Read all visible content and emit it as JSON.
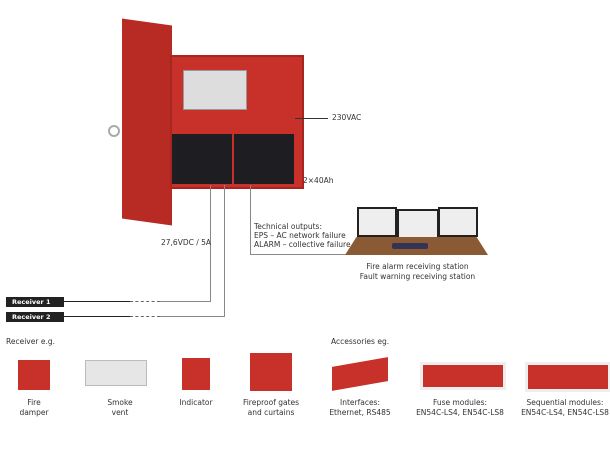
{
  "labels": {
    "mains": "230VAC",
    "battery": "2×40Ah",
    "output": "27,6VDC / 5A",
    "technical": [
      "Technical outputs:",
      "EPS – AC network failure",
      "ALARM – collective failure"
    ],
    "station": [
      "Fire alarm receiving station",
      "Fault warning receiving station"
    ]
  },
  "receivers": [
    "Receiver 1",
    "Receiver 2"
  ],
  "receiver_section": {
    "title": "Receiver e.g.",
    "items": [
      [
        "Fire",
        "damper"
      ],
      [
        "Smoke",
        "vent"
      ],
      [
        "Indicator",
        ""
      ],
      [
        "Fireproof gates",
        "and curtains"
      ]
    ]
  },
  "accessories_section": {
    "title": "Accessories eg.",
    "items": [
      [
        "Interfaces:",
        "Ethernet, RS485"
      ],
      [
        "Fuse modules:",
        "EN54C-LS4, EN54C-LS8"
      ],
      [
        "Sequential modules:",
        "EN54C-LS4, EN54C-LS8"
      ]
    ]
  },
  "colors": {
    "cabinet": "#c8302a",
    "desk": "#8a5a34"
  }
}
